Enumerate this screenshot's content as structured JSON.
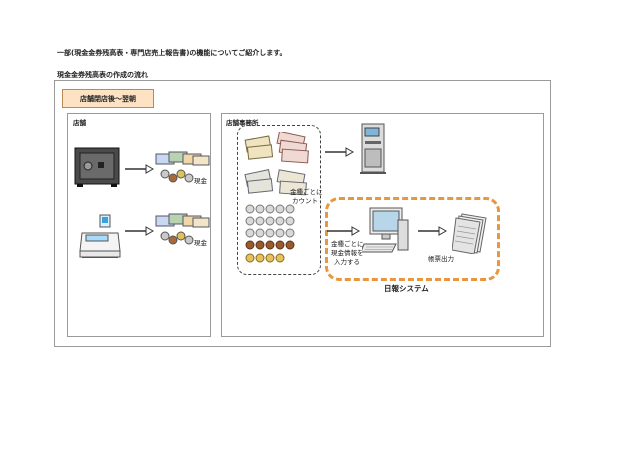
{
  "intro_text": "一部(現金金券残高表・専門店売上報告書)の機能についてご紹介します。",
  "section_title": "現金金券残高表の作成の流れ",
  "time_label": "店舗閉店後～翌朝",
  "store_panel": {
    "title": "店舗",
    "cash_label_top": "現金",
    "cash_label_bottom": "現金"
  },
  "office_panel": {
    "title": "店舗事務所",
    "count_label": [
      "金種ごとに",
      "カウント"
    ],
    "input_label": [
      "金種ごとに",
      "現金情報を",
      "入力する"
    ],
    "output_label": "帳票出力",
    "system_label": "日報システム"
  },
  "colors": {
    "orange_border": "#e8973e",
    "label_fill": "#fde3c4",
    "frame": "#9a9a9a"
  }
}
